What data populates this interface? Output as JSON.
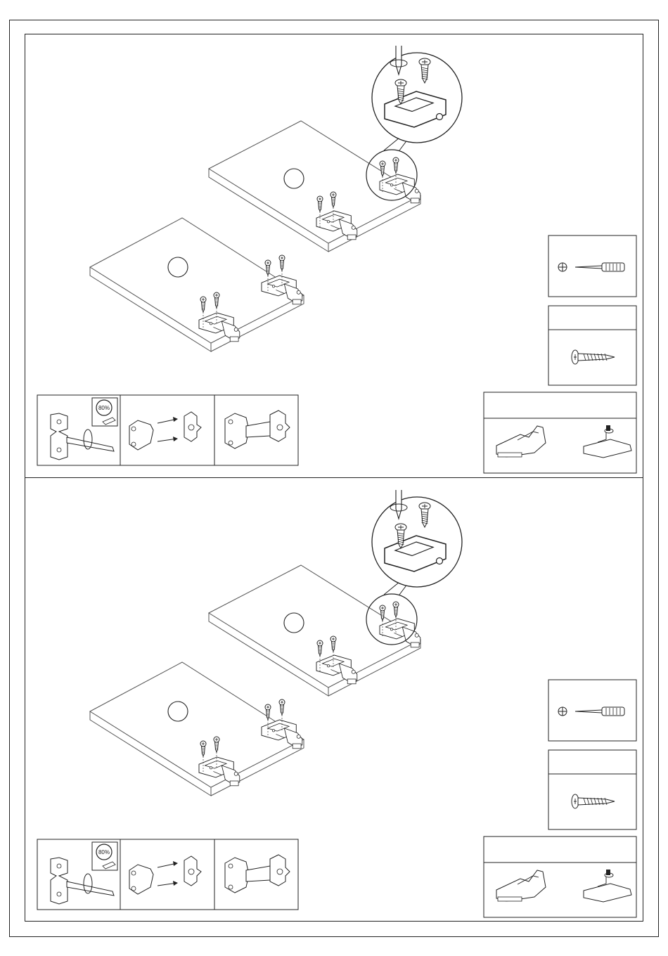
{
  "sections": [
    {
      "id": "top",
      "badge_label": "80%"
    },
    {
      "id": "bottom",
      "badge_label": "80%"
    }
  ],
  "icons": {
    "screwdriver": "phillips-screwdriver-icon",
    "screw": "wood-screw-icon",
    "hinge_clip": "hinge-clip-icon",
    "hinge_plate": "hinge-mounting-plate-icon",
    "rotate": "rotate-arrow-icon"
  }
}
